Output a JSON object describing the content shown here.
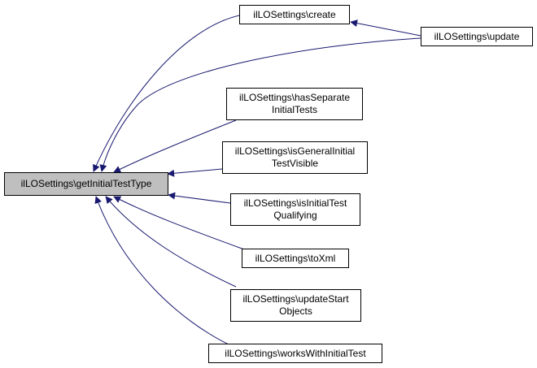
{
  "diagram": {
    "edge_color": "#191970",
    "root_fill": "#bfbfbf",
    "nodes": {
      "root": {
        "lines": [
          "ilLOSettings\\getInitialTestType"
        ]
      },
      "create": {
        "lines": [
          "ilLOSettings\\create"
        ]
      },
      "update": {
        "lines": [
          "ilLOSettings\\update"
        ]
      },
      "has_separate": {
        "lines": [
          "ilLOSettings\\hasSeparate",
          "InitialTests"
        ]
      },
      "is_general": {
        "lines": [
          "ilLOSettings\\isGeneralInitial",
          "TestVisible"
        ]
      },
      "is_initial": {
        "lines": [
          "ilLOSettings\\isInitialTest",
          "Qualifying"
        ]
      },
      "to_xml": {
        "lines": [
          "ilLOSettings\\toXml"
        ]
      },
      "update_start": {
        "lines": [
          "ilLOSettings\\updateStart",
          "Objects"
        ]
      },
      "works_with": {
        "lines": [
          "ilLOSettings\\worksWithInitialTest"
        ]
      }
    }
  }
}
